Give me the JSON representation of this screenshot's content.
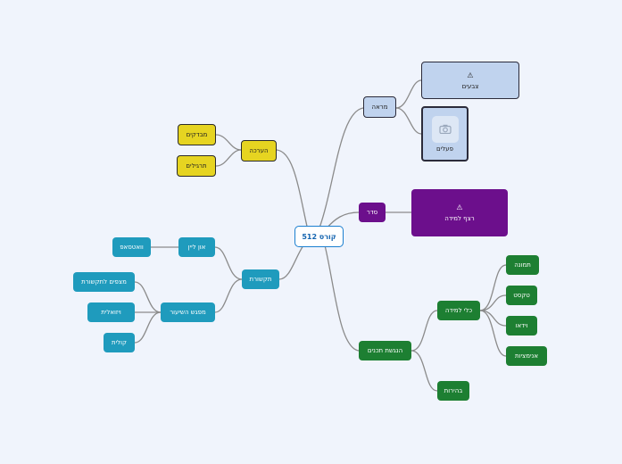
{
  "colors": {
    "root_border": "#1b7fd0",
    "yellow": "#e6d421",
    "teal": "#1f9bbd",
    "green": "#1d7f32",
    "purple": "#6c0f8c",
    "blue": "#c0d3ee",
    "line": "#8b8b8b"
  },
  "root": {
    "label": "קורס 512"
  },
  "nodes": {
    "mareh": "מראה",
    "tsvaim": "צבעים",
    "pealim": "פעלים",
    "seder": "סדר",
    "retsef_lemida": "רצף למידה",
    "ha_arakha": "הערכה",
    "mavdakim": "מבדקים",
    "targilim": "תרגילים",
    "tikshoret": "תקשורת",
    "on_line": "און ליין",
    "whatsapp": "וואטסאפ",
    "mifgash": "מפגש השיעור",
    "mitzpim": "מצפים לתקשורת",
    "individualit": "ויזואלית",
    "kolit": "קולית",
    "hangashat": "הנגשת תכנים",
    "klei_lemida": "כלי למידה",
    "tmuna": "תמונה",
    "tekst": "טקסט",
    "video": "וידאו",
    "animatsiot": "אנימציות",
    "behirut": "בהירות"
  },
  "icons": {
    "warning": "warning-icon",
    "camera": "camera-icon"
  }
}
